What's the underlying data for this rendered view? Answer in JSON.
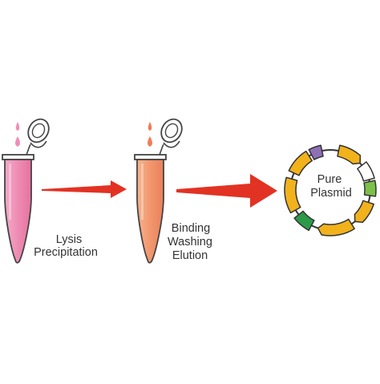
{
  "diagram": {
    "steps": [
      {
        "lines": [
          "Lysis",
          "Precipitation"
        ],
        "liquid_color": "#ef8fb5",
        "drop_color": "#ef8fb5"
      },
      {
        "lines": [
          "Binding",
          "Washing",
          "Elution"
        ],
        "liquid_color": "#f29970",
        "drop_color": "#ee7e57"
      }
    ],
    "result": {
      "lines": [
        "Pure",
        "Plasmid"
      ]
    },
    "colors": {
      "arrow": "#e23223",
      "tube_outline": "#444444",
      "plasmid_ring": "#333333",
      "segment_orange": "#f1b21c",
      "segment_green": "#2d9a48",
      "segment_purple": "#8f70b5",
      "segment_lightgreen": "#7cc04a",
      "segment_white": "#ffffff"
    }
  }
}
